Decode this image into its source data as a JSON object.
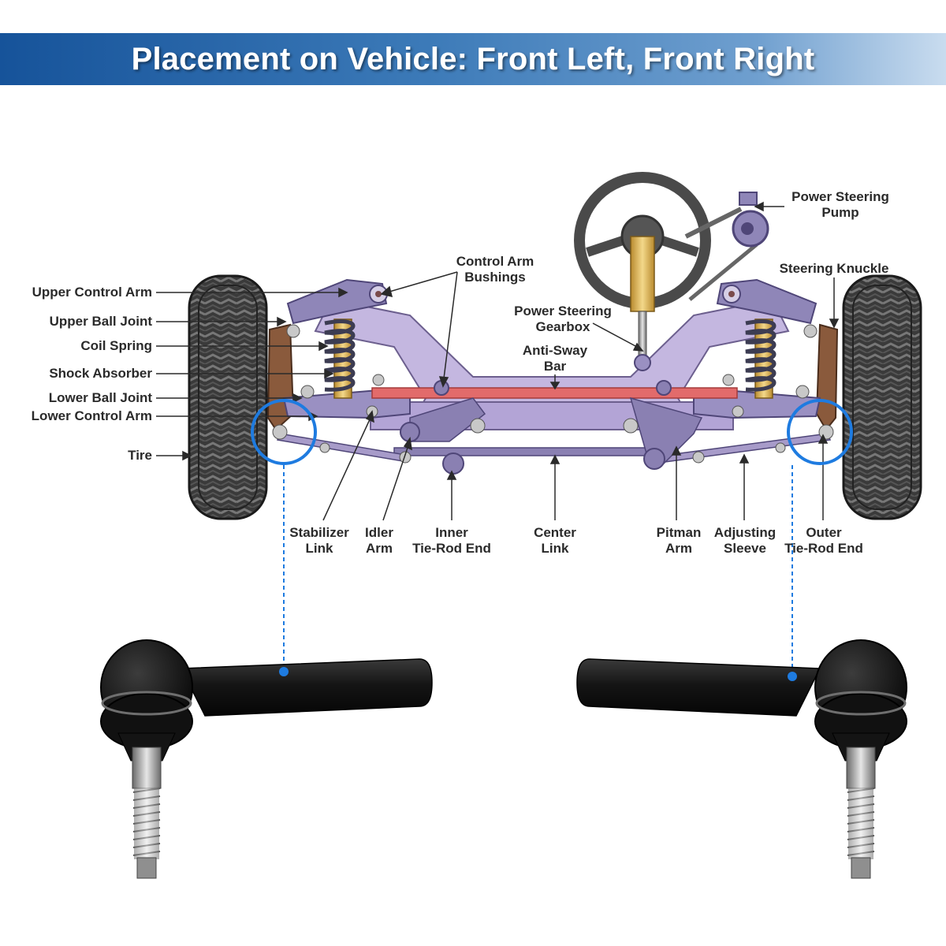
{
  "title": "Placement on Vehicle: Front Left, Front Right",
  "colors": {
    "banner_start": "#16539a",
    "banner_end": "#c9dcef",
    "highlight_circle": "#1e7be0",
    "anti_sway_bar": "#e26b6b",
    "frame": "#b7a8d6"
  },
  "labels": {
    "upper_control_arm": "Upper Control Arm",
    "upper_ball_joint": "Upper Ball Joint",
    "coil_spring": "Coil Spring",
    "shock_absorber": "Shock Absorber",
    "lower_ball_joint": "Lower Ball Joint",
    "lower_control_arm": "Lower Control Arm",
    "tire": "Tire",
    "control_arm_bushings": [
      "Control Arm",
      "Bushings"
    ],
    "power_steering_gearbox": [
      "Power Steering",
      "Gearbox"
    ],
    "anti_sway_bar": [
      "Anti-Sway",
      "Bar"
    ],
    "power_steering_pump": [
      "Power Steering",
      "Pump"
    ],
    "steering_knuckle": "Steering Knuckle",
    "stabilizer_link": [
      "Stabilizer",
      "Link"
    ],
    "idler_arm": [
      "Idler",
      "Arm"
    ],
    "inner_tie_rod_end": [
      "Inner",
      "Tie-Rod End"
    ],
    "center_link": [
      "Center",
      "Link"
    ],
    "pitman_arm": [
      "Pitman",
      "Arm"
    ],
    "adjusting_sleeve": [
      "Adjusting",
      "Sleeve"
    ],
    "outer_tie_rod_end": [
      "Outer",
      "Tie-Rod End"
    ]
  }
}
